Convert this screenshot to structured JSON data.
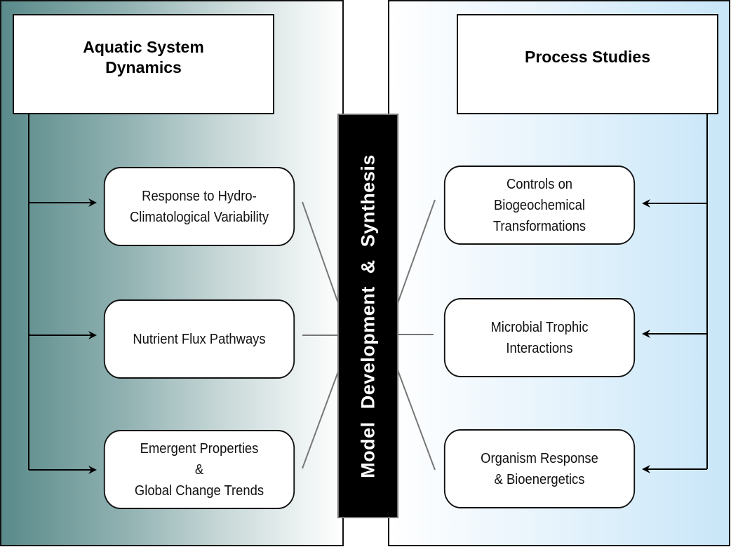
{
  "left_panel": {
    "title": "Aquatic System\nDynamics",
    "items": [
      {
        "label": "Response to Hydro-\nClimatological Variability"
      },
      {
        "label": "Nutrient Flux Pathways"
      },
      {
        "label": "Emergent Properties\n&\nGlobal Change Trends"
      }
    ],
    "colors": {
      "gradient_start": "#5a8a8a",
      "gradient_end": "#ffffff"
    }
  },
  "right_panel": {
    "title": "Process Studies",
    "items": [
      {
        "label": "Controls on\nBiogeochemical\nTransformations"
      },
      {
        "label": "Microbial Trophic\nInteractions"
      },
      {
        "label": "Organism Response\n& Bioenergetics"
      }
    ],
    "colors": {
      "gradient_start": "#ffffff",
      "gradient_end": "#c8e6f8"
    }
  },
  "center": {
    "label": "Model Development & Synthesis",
    "color": "#000000"
  }
}
